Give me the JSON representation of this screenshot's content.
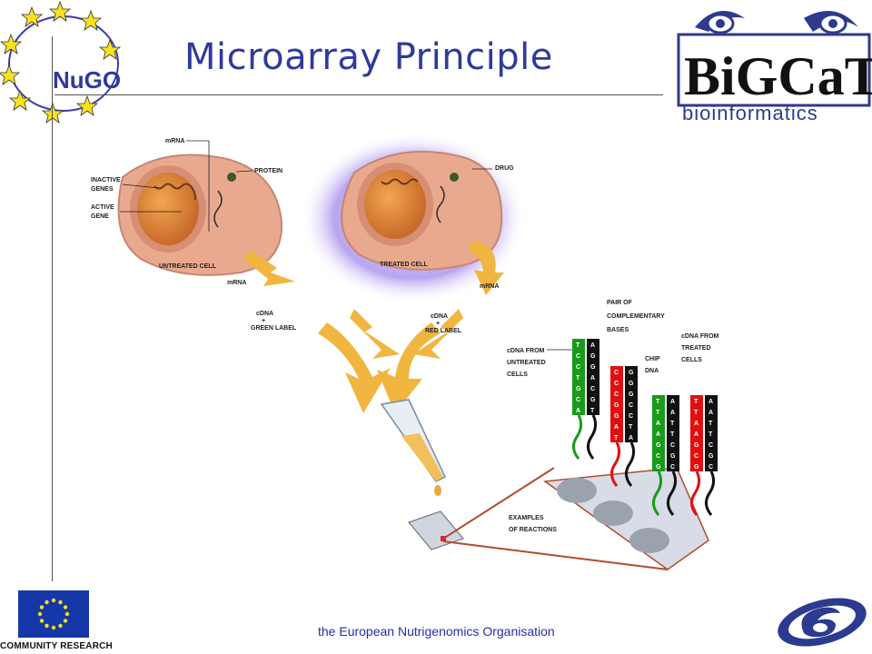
{
  "slide": {
    "title": "Microarray Principle",
    "footer": "the European Nutrigenomics Organisation",
    "eu_caption": "COMMUNITY RESEARCH",
    "nugo_logo": "NuGO",
    "bigcat_logo": {
      "name": "BiGCaT",
      "tagline": "bioinformatics"
    }
  },
  "diagram": {
    "labels": {
      "mrna_top": "mRNA",
      "protein": "PROTEIN",
      "inactive_genes": [
        "INACTIVE",
        "GENES"
      ],
      "active_gene": [
        "ACTIVE",
        "GENE"
      ],
      "untreated_cell": "UNTREATED CELL",
      "drug": "DRUG",
      "treated_cell": "TREATED CELL",
      "mrna_left": "mRNA",
      "mrna_right": "mRNA",
      "cdna_green": [
        "cDNA",
        "+",
        "GREEN LABEL"
      ],
      "cdna_red": [
        "cDNA",
        "+",
        "RED LABEL"
      ],
      "pair_bases": [
        "PAIR OF",
        "COMPLEMENTARY",
        "BASES"
      ],
      "cdna_untreated": [
        "cDNA FROM",
        "UNTREATED",
        "CELLS"
      ],
      "chip_dna": [
        "CHIP",
        "DNA"
      ],
      "cdna_treated": [
        "cDNA FROM",
        "TREATED",
        "CELLS"
      ],
      "examples": [
        "EXAMPLES",
        "OF REACTIONS"
      ]
    },
    "strands": {
      "green1": [
        "T",
        "C",
        "C",
        "T",
        "G",
        "C",
        "A"
      ],
      "chip1": [
        "A",
        "G",
        "G",
        "A",
        "C",
        "G",
        "T"
      ],
      "red1": [
        "C",
        "C",
        "C",
        "G",
        "G",
        "A",
        "T"
      ],
      "chip2": [
        "G",
        "G",
        "G",
        "C",
        "C",
        "T",
        "A"
      ],
      "green2": [
        "T",
        "T",
        "A",
        "A",
        "G",
        "C",
        "G"
      ],
      "chip3": [
        "A",
        "A",
        "T",
        "T",
        "C",
        "G",
        "C"
      ],
      "red2": [
        "T",
        "T",
        "A",
        "A",
        "G",
        "C",
        "G"
      ],
      "chip4": [
        "A",
        "A",
        "T",
        "T",
        "C",
        "G",
        "C"
      ]
    },
    "colors": {
      "green": "#1a9a1a",
      "red": "#e01010",
      "chip": "#111111",
      "cell": "#e9a98f",
      "arrow": "#f0b640",
      "drug_glow": "#b9a6f0"
    }
  }
}
